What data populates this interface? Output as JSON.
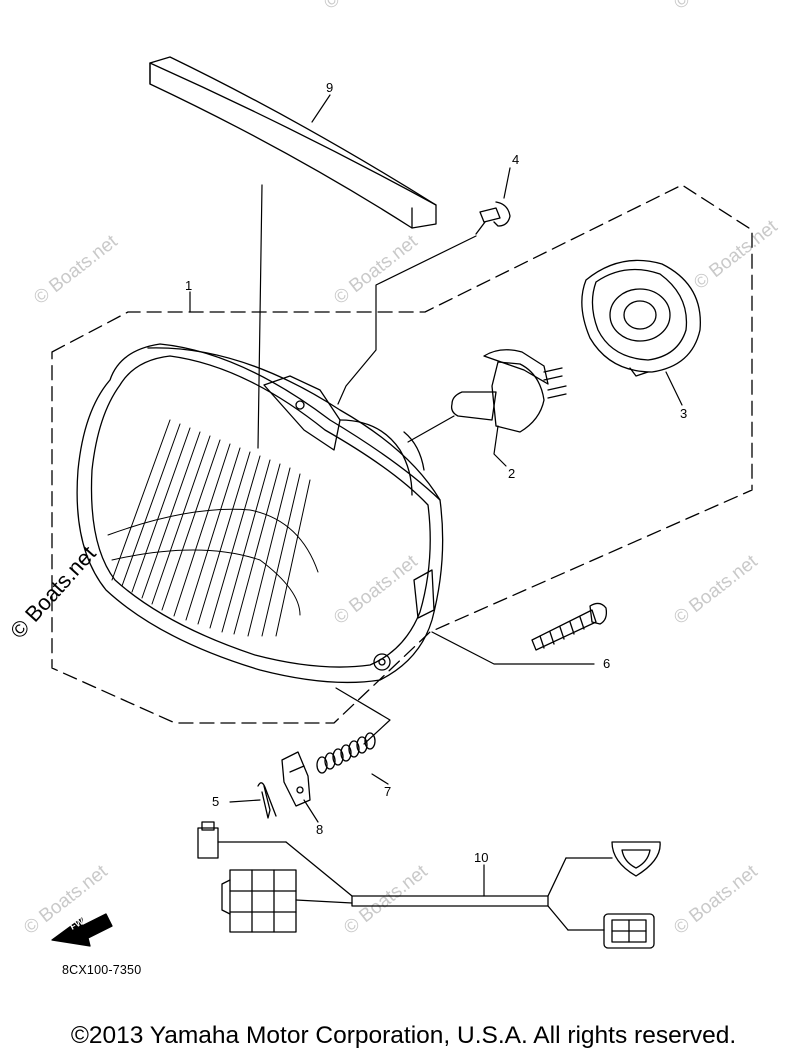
{
  "diagram": {
    "code": "8CX100-7350",
    "fwd_label": "FWD",
    "callouts": [
      "1",
      "2",
      "3",
      "4",
      "5",
      "6",
      "7",
      "8",
      "9",
      "10"
    ]
  },
  "watermarks": {
    "text": "© Boats.net",
    "left_edge_text": "© Boats.net"
  },
  "footer": {
    "copyright": "©2013 Yamaha Motor Corporation, U.S.A. All rights reserved."
  },
  "colors": {
    "line": "#000000",
    "watermark": "#c9c9c9",
    "background": "#ffffff"
  }
}
